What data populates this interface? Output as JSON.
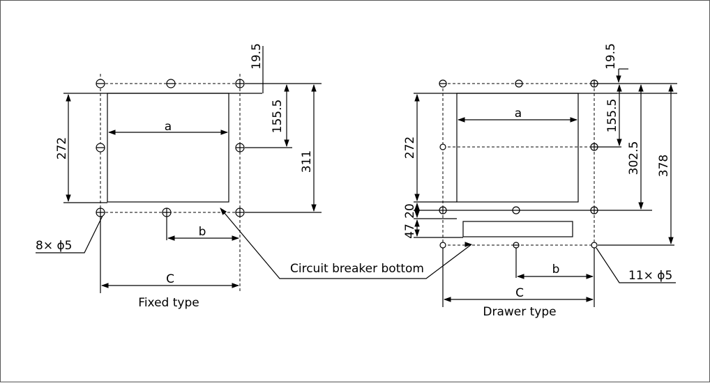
{
  "labels": {
    "caption_fixed": "Fixed type",
    "caption_drawer": "Drawer type",
    "circuit_breaker_bottom": "Circuit breaker bottom",
    "holes_fixed": "8× ϕ5",
    "holes_drawer": "11× ϕ5"
  },
  "fixed": {
    "dim_a": "a",
    "dim_b": "b",
    "dim_c": "C",
    "dim_272": "272",
    "dim_311": "311",
    "dim_155_5": "155.5",
    "dim_19_5": "19.5"
  },
  "drawer": {
    "dim_a": "a",
    "dim_b": "b",
    "dim_c": "C",
    "dim_272": "272",
    "dim_378": "378",
    "dim_302_5": "302.5",
    "dim_155_5": "155.5",
    "dim_19_5": "19.5",
    "dim_20": "20",
    "dim_47": "47"
  }
}
